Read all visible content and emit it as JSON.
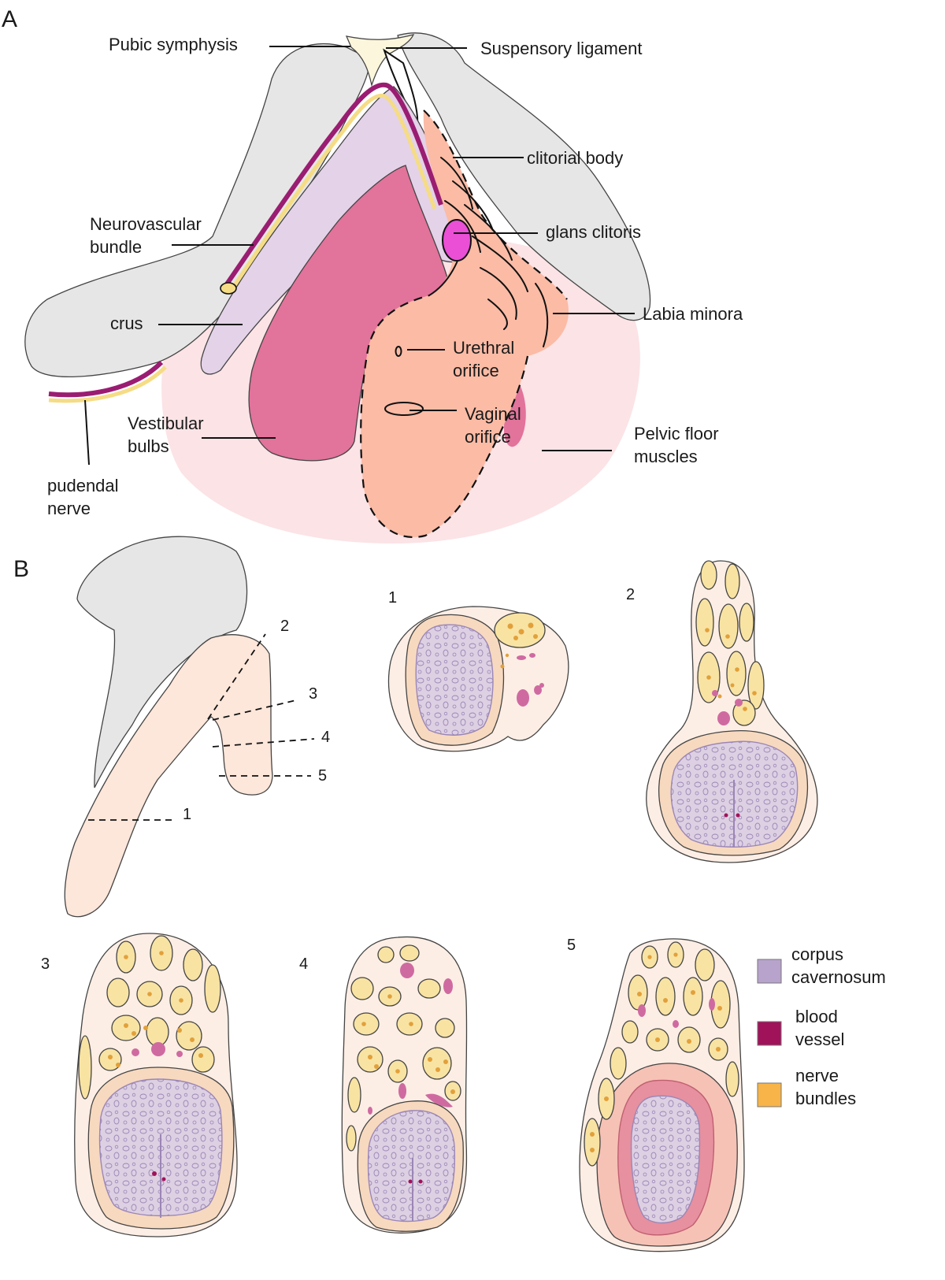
{
  "panels": {
    "a": "A",
    "b": "B"
  },
  "panel_a_labels": {
    "pubic_symphysis": "Pubic symphysis",
    "suspensory_ligament": "Suspensory ligament",
    "clitorial_body": "clitorial body",
    "neurovascular_bundle_1": "Neurovascular",
    "neurovascular_bundle_2": "bundle",
    "glans_clitoris": "glans clitoris",
    "crus": "crus",
    "labia_minora": "Labia minora",
    "urethral_orifice_1": "Urethral",
    "urethral_orifice_2": "orifice",
    "vestibular_bulbs_1": "Vestibular",
    "vestibular_bulbs_2": "bulbs",
    "vaginal_orifice_1": "Vaginal",
    "vaginal_orifice_2": "orifice",
    "pelvic_floor_1": "Pelvic floor",
    "pelvic_floor_2": "muscles",
    "pudendal_nerve_1": "pudendal",
    "pudendal_nerve_2": "nerve"
  },
  "section_numbers": {
    "cut_1": "1",
    "cut_2": "2",
    "cut_3": "3",
    "cut_4": "4",
    "cut_5": "5",
    "panel_1": "1",
    "panel_2": "2",
    "panel_3": "3",
    "panel_4": "4",
    "panel_5": "5"
  },
  "legend": {
    "items": [
      {
        "line1": "corpus",
        "line2": "cavernosum",
        "color": "#b8a3cc"
      },
      {
        "line1": "blood",
        "line2": "vessel",
        "color": "#a0125a"
      },
      {
        "line1": "nerve",
        "line2": "bundles",
        "color": "#f8b448"
      }
    ]
  },
  "colors": {
    "bone": "#e6e6e6",
    "pelvic_floor": "#fbe3e6",
    "crus": "#e3d2e8",
    "vestibular_bulb": "#e2739b",
    "labia_skin": "#fbbba5",
    "glans": "#ea4fd6",
    "neurovascular_purple": "#9a1d72",
    "neurovascular_yellow": "#f5dc85",
    "tissue_pale": "#fdeee5",
    "tunica": "#f7d9bf",
    "cavernosum": "#ddd0e3",
    "nerve_fascicle": "#f8e3a3",
    "nerve_dot": "#e2a03a",
    "vessel_small": "#cf6aa1",
    "bulb_pink": "#e7909f"
  }
}
